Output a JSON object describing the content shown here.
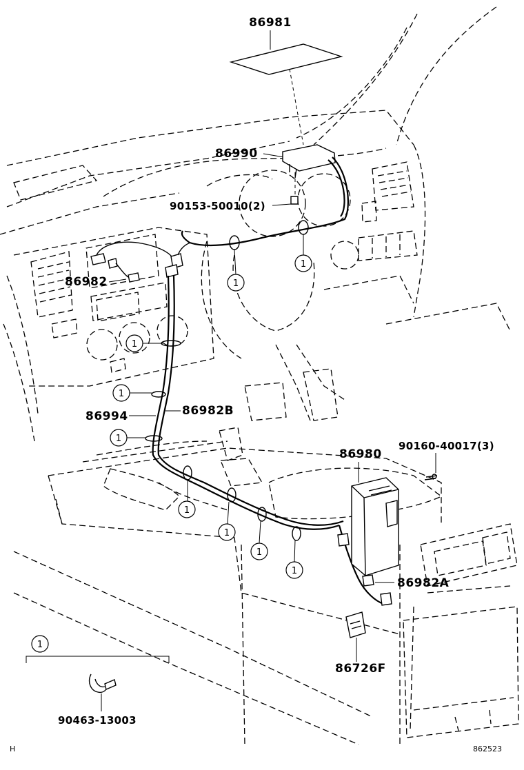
{
  "parts": {
    "p86981": "86981",
    "p86990": "86990",
    "p90153": "90153-50010(2)",
    "p86982": "86982",
    "p86994": "86994",
    "p86982B": "86982B",
    "p86980": "86980",
    "p90160": "90160-40017(3)",
    "p86982A": "86982A",
    "p86726F": "86726F",
    "p90463": "90463-13003"
  },
  "callout_marker": "1",
  "legend": {
    "marker": "1"
  },
  "footer": {
    "left_code": "H",
    "right_code": "862523"
  }
}
